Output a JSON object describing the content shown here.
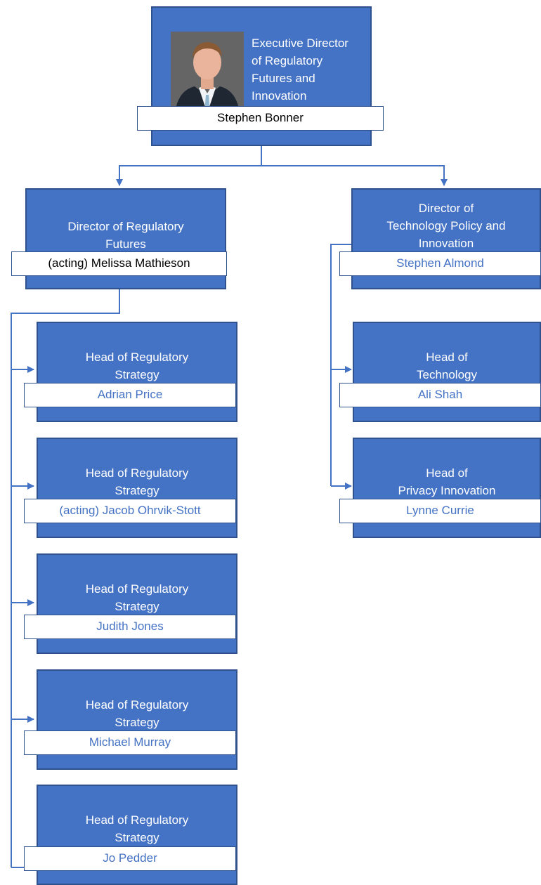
{
  "executive": {
    "title": "Executive Director\nof Regulatory\nFutures and\nInnovation",
    "name": "Stephen Bonner"
  },
  "directors": [
    {
      "title": "Director of Regulatory\nFutures",
      "name": "(acting) Melissa Mathieson"
    },
    {
      "title": "Director of\nTechnology Policy and\nInnovation",
      "name": "Stephen Almond"
    }
  ],
  "regulatory_futures_heads": [
    {
      "title": "Head of Regulatory\nStrategy",
      "name": "Adrian Price"
    },
    {
      "title": "Head of Regulatory\nStrategy",
      "name": "(acting) Jacob Ohrvik-Stott"
    },
    {
      "title": "Head of Regulatory\nStrategy",
      "name": "Judith Jones"
    },
    {
      "title": "Head of Regulatory\nStrategy",
      "name": "Michael Murray"
    },
    {
      "title": "Head of Regulatory\nStrategy",
      "name": "Jo Pedder"
    }
  ],
  "technology_heads": [
    {
      "title": "Head of\nTechnology",
      "name": "Ali Shah"
    },
    {
      "title": "Head of\nPrivacy Innovation",
      "name": "Lynne Currie"
    }
  ],
  "colors": {
    "box_fill": "#4472C4",
    "box_border": "#2F528F",
    "connector": "#4472C4",
    "name_text_head": "#4472C4",
    "name_text_leader": "#000000"
  }
}
